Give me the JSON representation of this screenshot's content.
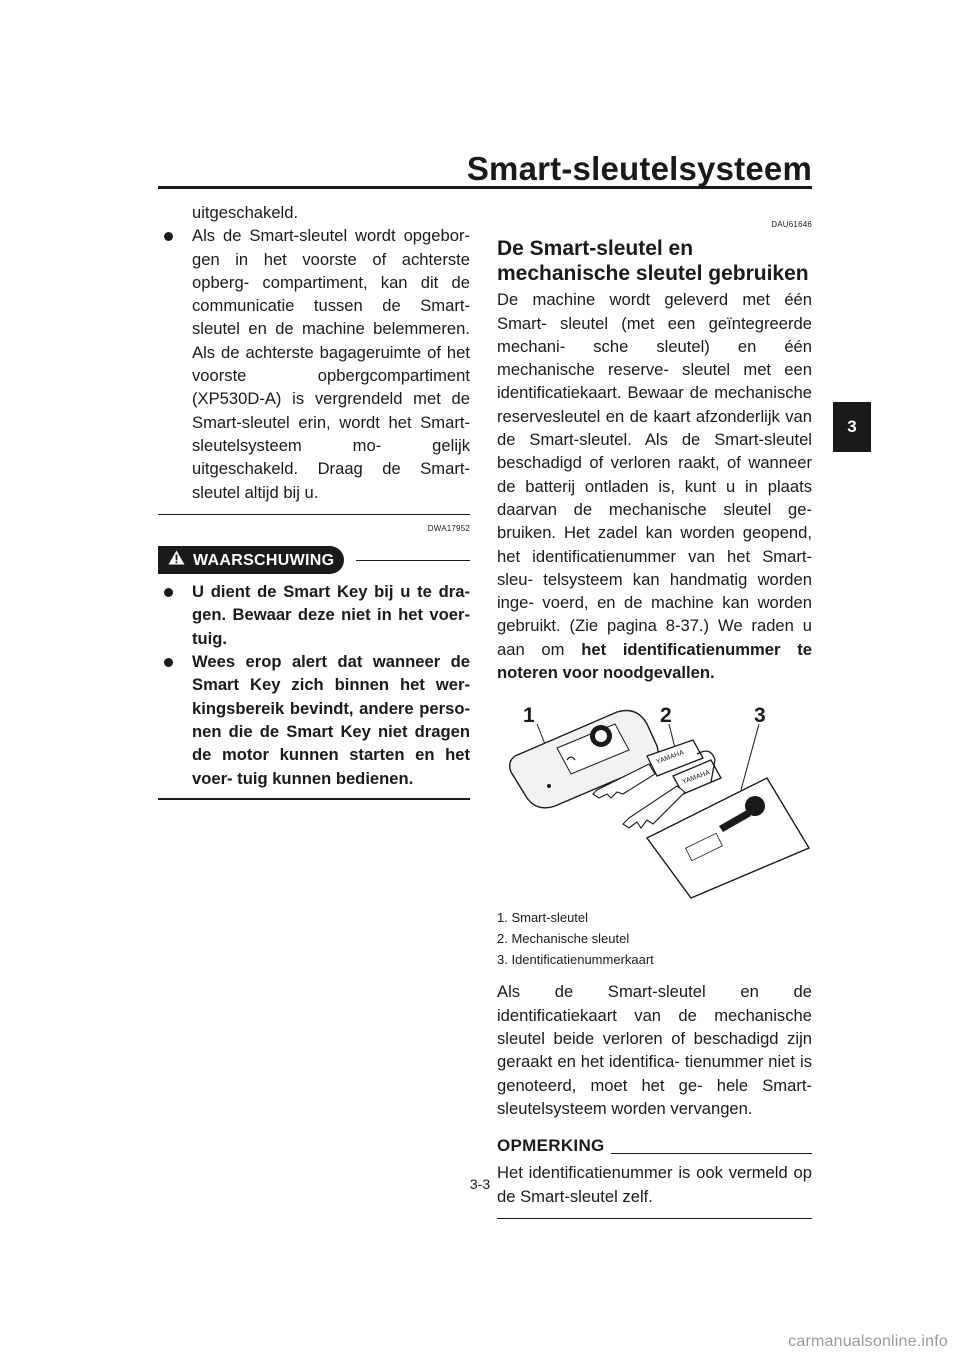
{
  "header": {
    "title": "Smart-sleutelsysteem",
    "chapter_tab": "3"
  },
  "left": {
    "continuation": "uitgeschakeld.",
    "bullet": "Als de Smart-sleutel wordt opgebor- gen in het voorste of achterste opberg- compartiment, kan dit de communicatie tussen de Smart-sleutel en de machine belemmeren. Als de achterste bagageruimte of het voorste opbergcompartiment (XP530D-A) is vergrendeld met de Smart-sleutel erin, wordt het Smart-sleutelsysteem mo- gelijk uitgeschakeld. Draag de Smart- sleutel altijd bij u.",
    "warning_code": "DWA17952",
    "warning_label": "WAARSCHUWING",
    "warning_items": [
      "U dient de Smart Key bij u te dra- gen. Bewaar deze niet in het voer- tuig.",
      "Wees erop alert dat wanneer de Smart Key zich binnen het wer- kingsbereik bevindt, andere perso- nen die de Smart Key niet dragen de motor kunnen starten en het voer- tuig kunnen bedienen."
    ]
  },
  "right": {
    "section_code": "DAU61646",
    "section_title_1": "De Smart-sleutel en",
    "section_title_2": "mechanische sleutel gebruiken",
    "para1": "De machine wordt geleverd met één Smart- sleutel (met een geïntegreerde mechani- sche sleutel) en één mechanische reserve- sleutel met een identificatiekaart. Bewaar de mechanische reservesleutel en de kaart afzonderlijk van de Smart-sleutel. Als de Smart-sleutel beschadigd of verloren raakt, of wanneer de batterij ontladen is, kunt u in plaats daarvan de mechanische sleutel ge- bruiken. Het zadel kan worden geopend, het identificatienummer van het Smart-sleu- telsysteem kan handmatig worden inge- voerd, en de machine kan worden gebruikt. (Zie pagina 8-37.) We raden u aan om ",
    "para1_bold": "het identificatienummer te noteren voor noodgevallen.",
    "figure": {
      "callouts": [
        "1",
        "2",
        "3"
      ],
      "brand_text": "YAMAHA",
      "captions": [
        "1.  Smart-sleutel",
        "2.  Mechanische sleutel",
        "3.  Identificatienummerkaart"
      ]
    },
    "para2": "Als de Smart-sleutel en de identificatiekaart van de mechanische sleutel beide verloren of beschadigd zijn geraakt en het identifica- tienummer niet is genoteerd, moet het ge- hele Smart-sleutelsysteem worden vervangen.",
    "note_label": "OPMERKING",
    "note_text": "Het identificatienummer is ook vermeld op de Smart-sleutel zelf."
  },
  "footer": {
    "page_number": "3-3",
    "watermark": "carmanualsonline.info"
  }
}
